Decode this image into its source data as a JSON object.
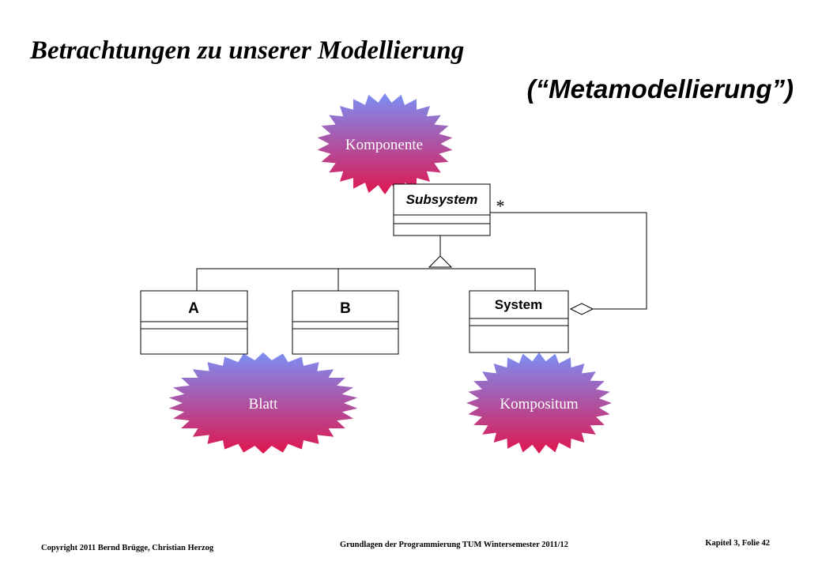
{
  "slide": {
    "title": "Betrachtungen zu unserer Modellierung",
    "subtitle": "(“Metamodellierung”)"
  },
  "diagram": {
    "classes": {
      "subsystem": "Subsystem",
      "a": "A",
      "b": "B",
      "system": "System"
    },
    "multiplicity": "*",
    "roles": {
      "komponente": "Komponente",
      "blatt": "Blatt",
      "kompositum": "Kompositum"
    },
    "colors": {
      "star_top": "#7b8ff5",
      "star_bottom": "#e0164e",
      "star_text": "#ffffff",
      "line": "#000000"
    }
  },
  "footer": {
    "copyright": "Copyright  2011  Bernd Brügge, Christian Herzog",
    "course": "Grundlagen der Programmierung TUM Wintersemester 2011/12",
    "slide_number": "Kapitel 3, Folie 42"
  }
}
